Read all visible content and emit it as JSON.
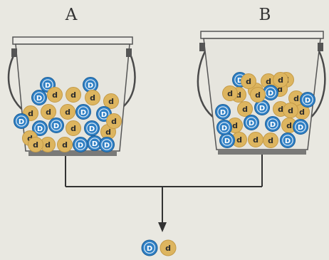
{
  "buckets": [
    {
      "label": "A",
      "balls": [
        {
          "allele": "D"
        },
        {
          "allele": "D"
        },
        {
          "allele": "D"
        },
        {
          "allele": "d"
        },
        {
          "allele": "d"
        },
        {
          "allele": "d"
        },
        {
          "allele": "d"
        },
        {
          "allele": "d"
        },
        {
          "allele": "d"
        },
        {
          "allele": "d"
        },
        {
          "allele": "D"
        },
        {
          "allele": "D"
        },
        {
          "allele": "D"
        },
        {
          "allele": "d"
        },
        {
          "allele": "D"
        },
        {
          "allele": "D"
        },
        {
          "allele": "d"
        },
        {
          "allele": "d"
        },
        {
          "allele": "D"
        },
        {
          "allele": "d"
        },
        {
          "allele": "d"
        },
        {
          "allele": "D"
        },
        {
          "allele": "D"
        },
        {
          "allele": "d"
        },
        {
          "allele": "d"
        },
        {
          "allele": "D"
        }
      ]
    },
    {
      "label": "B",
      "balls": [
        {
          "allele": "d"
        },
        {
          "allele": "D"
        },
        {
          "allele": "d"
        },
        {
          "allele": "d"
        },
        {
          "allele": "d"
        },
        {
          "allele": "d"
        },
        {
          "allele": "D"
        },
        {
          "allele": "d"
        },
        {
          "allele": "d"
        },
        {
          "allele": "D"
        },
        {
          "allele": "d"
        },
        {
          "allele": "d"
        },
        {
          "allele": "D"
        },
        {
          "allele": "d"
        },
        {
          "allele": "d"
        },
        {
          "allele": "D"
        },
        {
          "allele": "d"
        },
        {
          "allele": "D"
        },
        {
          "allele": "d"
        },
        {
          "allele": "d"
        },
        {
          "allele": "D"
        },
        {
          "allele": "D"
        },
        {
          "allele": "d"
        },
        {
          "allele": "D"
        },
        {
          "allele": "D"
        },
        {
          "allele": "d"
        },
        {
          "allele": "d"
        },
        {
          "allele": "D"
        },
        {
          "allele": "d"
        },
        {
          "allele": "d"
        }
      ]
    }
  ],
  "result": [
    {
      "allele": "D"
    },
    {
      "allele": "d"
    }
  ],
  "colors": {
    "dominant_fill": "#2e7fc4",
    "dominant_text": "#ffffff",
    "recessive_fill": "#ddb55f",
    "recessive_text": "#2c2c2c",
    "bucket_line": "#555555",
    "bucket_fill": "#ecebe6",
    "connector": "#333333"
  }
}
